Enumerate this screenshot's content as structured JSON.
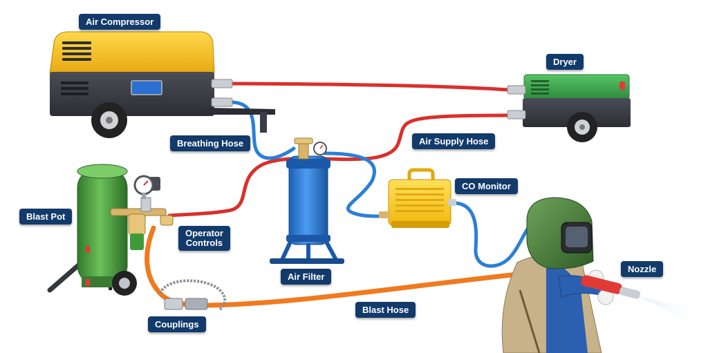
{
  "labels": {
    "air_compressor": "Air Compressor",
    "dryer": "Dryer",
    "breathing_hose": "Breathing Hose",
    "air_supply_hose": "Air Supply Hose",
    "co_monitor": "CO Monitor",
    "blast_pot": "Blast Pot",
    "operator_controls_line1": "Operator",
    "operator_controls_line2": "Controls",
    "air_filter": "Air Filter",
    "nozzle": "Nozzle",
    "blast_hose": "Blast Hose",
    "couplings": "Couplings"
  },
  "colors": {
    "label_bg": "#123a6b",
    "air_hose": "#d9302c",
    "breathing_hose": "#2b7fd6",
    "blast_hose": "#f07a1e",
    "compressor_yellow": "#f2b81c",
    "dryer_green": "#3aa04a",
    "blast_pot_green": "#4c9a3e",
    "filter_blue": "#2f79d0",
    "monitor_yellow": "#f5c318"
  }
}
